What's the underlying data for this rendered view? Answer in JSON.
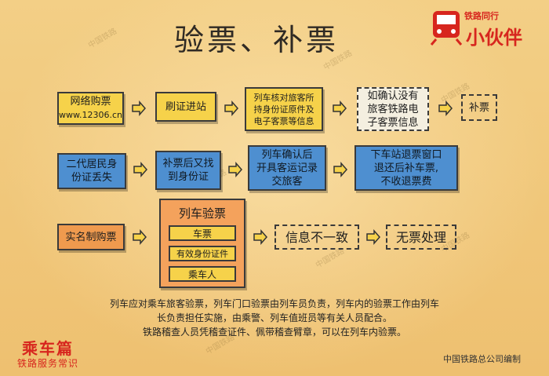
{
  "title": "验票、补票",
  "logo_top_right": {
    "line1": "铁路同行",
    "line2": "小伙伴"
  },
  "logo_bottom_left": {
    "line1": "乘车篇",
    "line2": "铁路服务常识"
  },
  "row1": {
    "box1": {
      "line1": "网络购票",
      "line2": "www.12306.cn"
    },
    "box2": "刷证进站",
    "box3": {
      "line1": "列车核对旅客所",
      "line2": "持身份证原件及",
      "line3": "电子客票等信息"
    },
    "box4": {
      "line1": "如确认没有",
      "line2": "旅客铁路电",
      "line3": "子客票信息"
    },
    "box5": "补票"
  },
  "row2": {
    "box1": {
      "line1": "二代居民身",
      "line2": "份证丢失"
    },
    "box2": {
      "line1": "补票后又找",
      "line2": "到身份证"
    },
    "box3": {
      "line1": "列车确认后",
      "line2": "开具客运记录",
      "line3": "交旅客"
    },
    "box4": {
      "line1": "下车站退票窗口",
      "line2": "退还后补车票,",
      "line3": "不收退票费"
    }
  },
  "row3": {
    "box1": "实名制购票",
    "stack": {
      "title": "列车验票",
      "items": [
        "车票",
        "有效身份证件",
        "乘车人"
      ]
    },
    "box3": "信息不一致",
    "box4": "无票处理"
  },
  "notes": [
    "列车应对乘车旅客验票，列车门口验票由列车员负责，列车内的验票工作由列车",
    "长负责担任实施，由乘警、列车值班员等有关人员配合。",
    "铁路稽查人员凭稽查证件、佩带稽查臂章，可以在列车内验票。"
  ],
  "publisher": "中国铁路总公司编制",
  "watermark": "中国铁路",
  "colors": {
    "yellow": "#f6d24a",
    "blue": "#4e8fd0",
    "orange": "#ef9a4e",
    "brand_red": "#d7261e"
  }
}
